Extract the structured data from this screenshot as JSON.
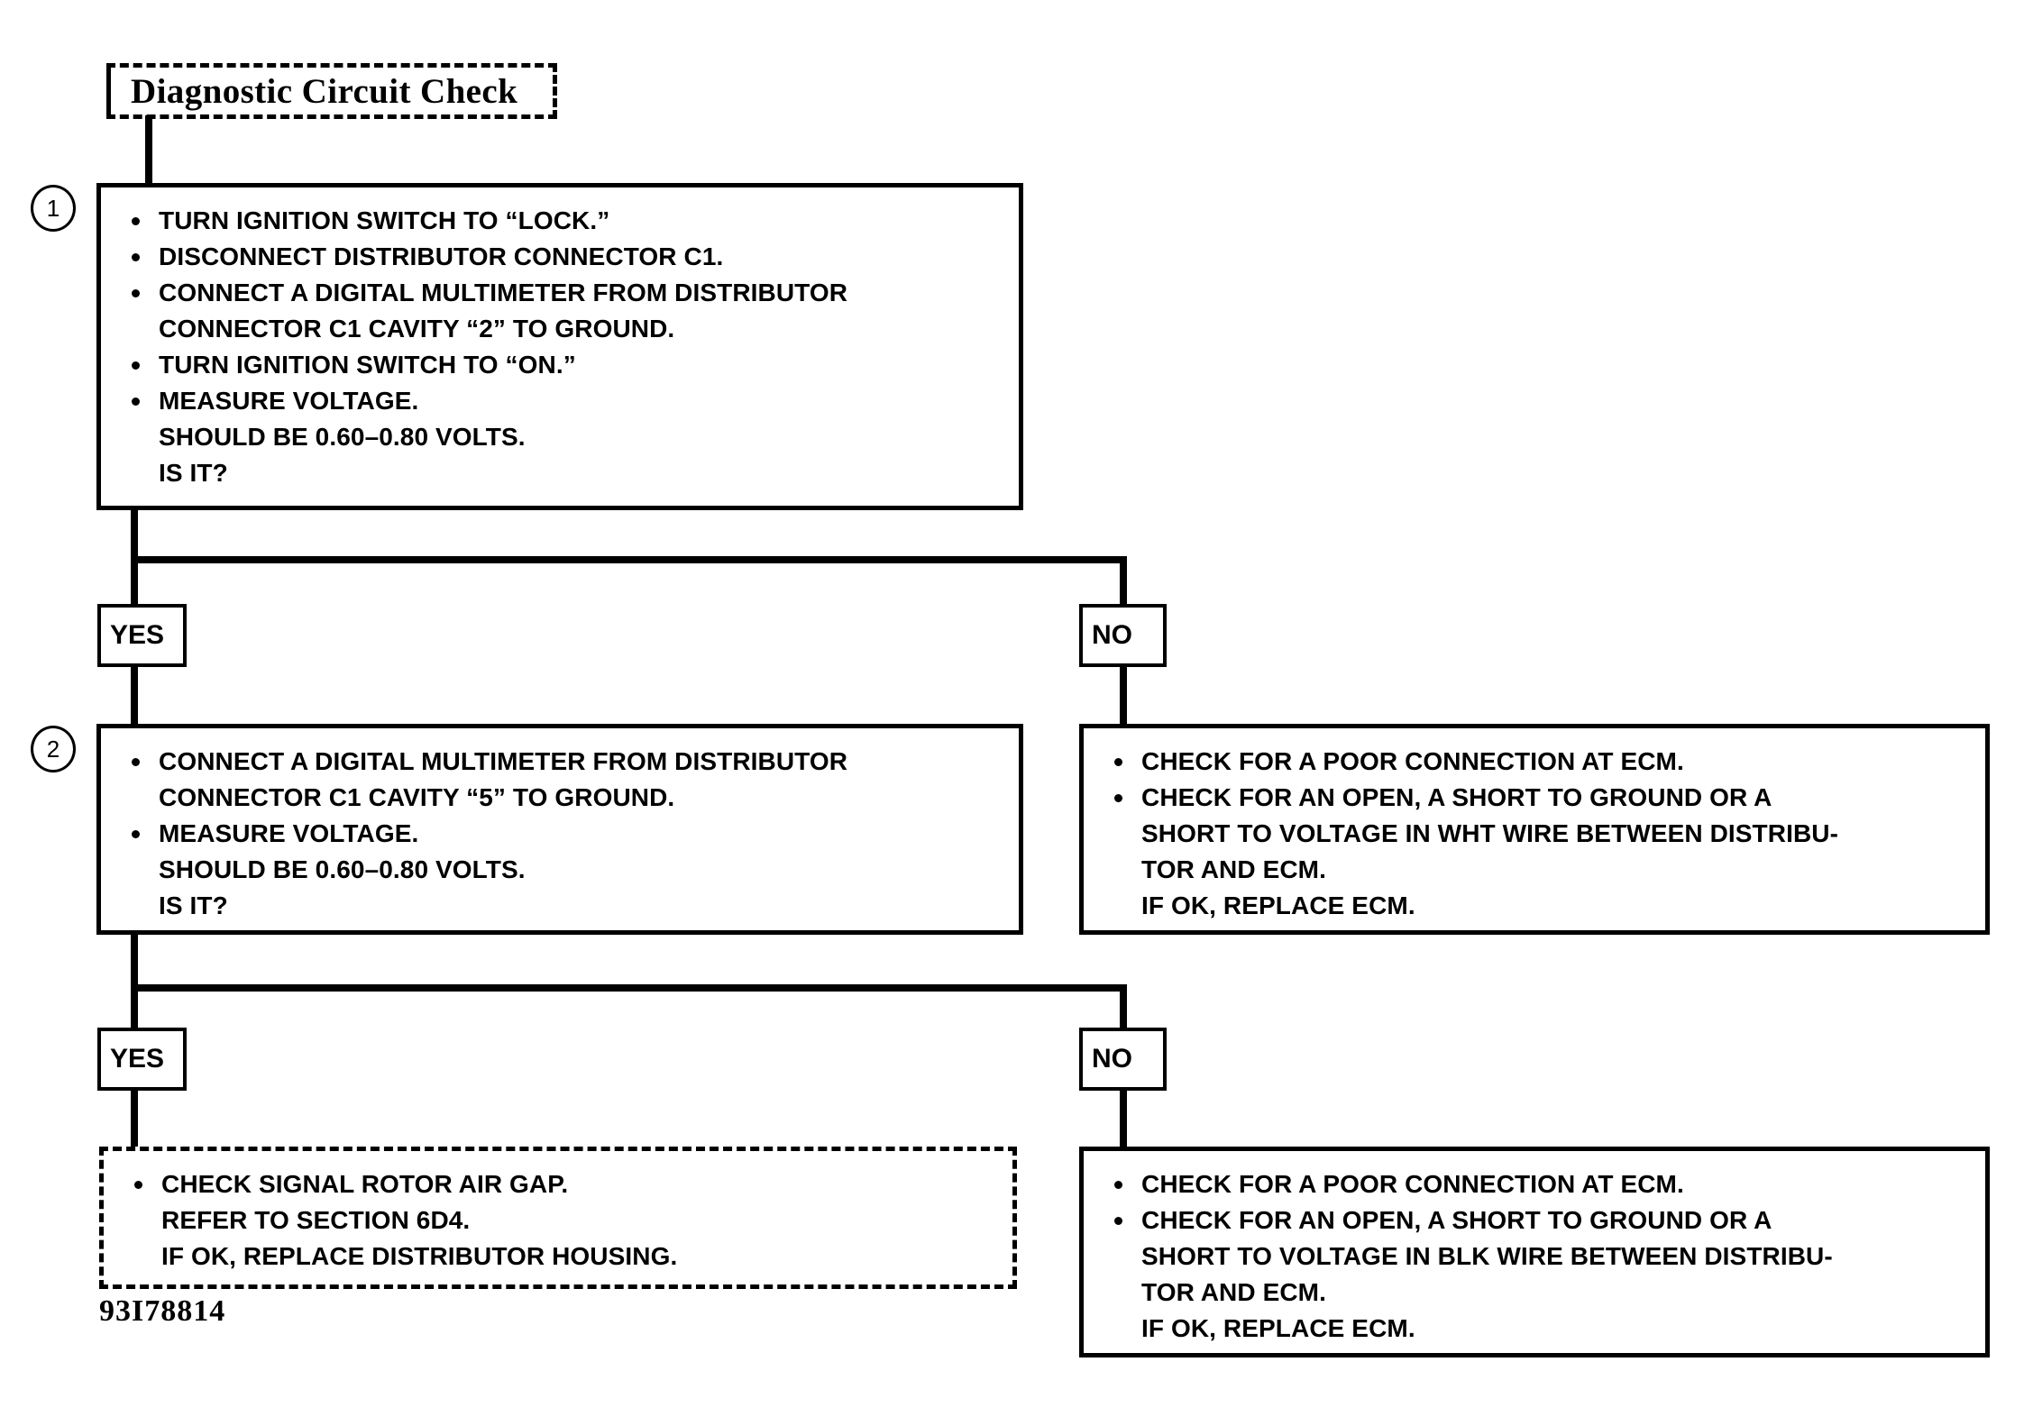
{
  "figure": {
    "title": "Diagnostic Circuit Check",
    "id_label": "93I78814"
  },
  "steps": [
    {
      "number": "1",
      "lines": [
        {
          "text": "TURN IGNITION SWITCH TO “LOCK.”",
          "bullet": true
        },
        {
          "text": "DISCONNECT DISTRIBUTOR CONNECTOR C1.",
          "bullet": true
        },
        {
          "text": "CONNECT A DIGITAL MULTIMETER FROM DISTRIBUTOR",
          "bullet": true
        },
        {
          "text": "CONNECTOR C1 CAVITY “2” TO GROUND.",
          "bullet": false
        },
        {
          "text": "TURN IGNITION SWITCH TO “ON.”",
          "bullet": true
        },
        {
          "text": "MEASURE VOLTAGE.",
          "bullet": true
        },
        {
          "text": "SHOULD BE 0.60–0.80 VOLTS.",
          "bullet": false
        },
        {
          "text": "IS IT?",
          "bullet": false
        }
      ]
    },
    {
      "number": "2",
      "lines": [
        {
          "text": "CONNECT A DIGITAL MULTIMETER FROM DISTRIBUTOR",
          "bullet": true
        },
        {
          "text": "CONNECTOR C1 CAVITY “5” TO GROUND.",
          "bullet": false
        },
        {
          "text": "MEASURE VOLTAGE.",
          "bullet": true
        },
        {
          "text": "SHOULD BE 0.60–0.80 VOLTS.",
          "bullet": false
        },
        {
          "text": "IS IT?",
          "bullet": false
        }
      ]
    }
  ],
  "branches": {
    "yes_label": "YES",
    "no_label": "NO"
  },
  "outcomes": {
    "no_1": {
      "lines": [
        {
          "text": "CHECK FOR A POOR CONNECTION AT ECM.",
          "bullet": true
        },
        {
          "text": "CHECK FOR AN OPEN, A SHORT TO GROUND OR A",
          "bullet": true
        },
        {
          "text": "SHORT TO VOLTAGE IN WHT WIRE BETWEEN DISTRIBU-",
          "bullet": false
        },
        {
          "text": "TOR AND ECM.",
          "bullet": false
        },
        {
          "text": "IF OK, REPLACE ECM.",
          "bullet": false
        }
      ]
    },
    "no_2": {
      "lines": [
        {
          "text": "CHECK FOR A POOR CONNECTION AT ECM.",
          "bullet": true
        },
        {
          "text": "CHECK FOR AN OPEN, A SHORT TO GROUND OR A",
          "bullet": true
        },
        {
          "text": "SHORT TO VOLTAGE IN BLK WIRE BETWEEN DISTRIBU-",
          "bullet": false
        },
        {
          "text": "TOR AND ECM.",
          "bullet": false
        },
        {
          "text": "IF OK, REPLACE ECM.",
          "bullet": false
        }
      ]
    },
    "yes_final": {
      "lines": [
        {
          "text": "CHECK SIGNAL ROTOR AIR GAP.",
          "bullet": true
        },
        {
          "text": "REFER TO SECTION 6D4.",
          "bullet": false
        },
        {
          "text": "IF OK, REPLACE DISTRIBUTOR HOUSING.",
          "bullet": false
        }
      ]
    }
  },
  "colors": {
    "ink": "#000000",
    "paper": "#ffffff"
  }
}
